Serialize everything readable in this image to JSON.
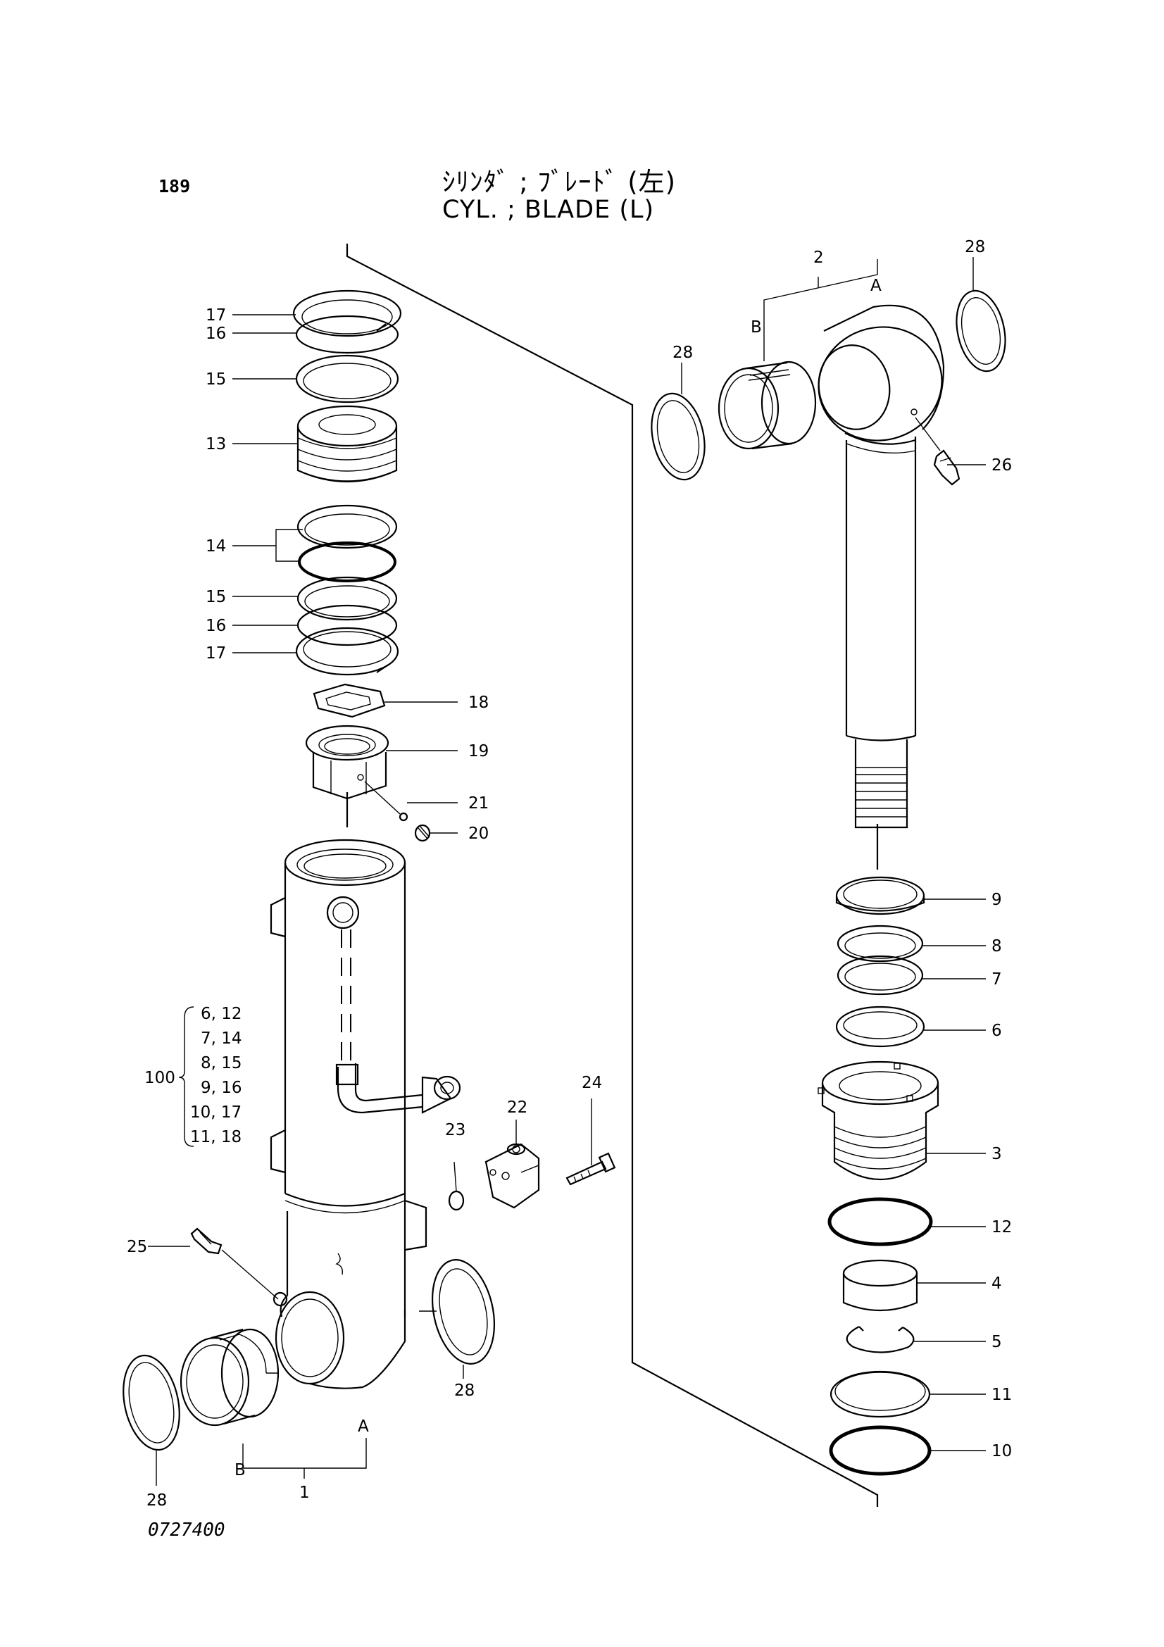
{
  "header": {
    "page_number": "189",
    "title_jp": "ｼﾘﾝﾀﾞ ; ﾌﾞﾚｰﾄﾞ (左)",
    "title_en": "CYL. ; BLADE (L)"
  },
  "footer": {
    "drawing_number": "0727400"
  },
  "callouts": {
    "c1": "1",
    "c2": "2",
    "c3": "3",
    "c4": "4",
    "c5": "5",
    "c6": "6",
    "c7": "7",
    "c8": "8",
    "c9": "9",
    "c10": "10",
    "c11": "11",
    "c12": "12",
    "c13": "13",
    "c14": "14",
    "c15a": "15",
    "c15b": "15",
    "c16a": "16",
    "c16b": "16",
    "c17a": "17",
    "c17b": "17",
    "c18": "18",
    "c19": "19",
    "c20": "20",
    "c21": "21",
    "c22": "22",
    "c23": "23",
    "c24": "24",
    "c25": "25",
    "c26": "26",
    "c28a": "28",
    "c28b": "28",
    "c28c": "28",
    "c28d": "28",
    "A_left": "A",
    "B_left": "B",
    "A_right": "A",
    "B_right": "B"
  },
  "kit": {
    "number": "100",
    "items": [
      "6, 12",
      "7, 14",
      "8, 15",
      "9, 16",
      "10, 17",
      "11, 18"
    ]
  }
}
